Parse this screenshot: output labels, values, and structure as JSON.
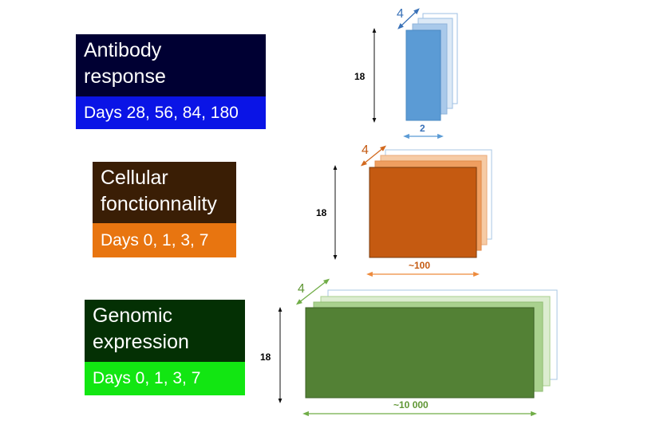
{
  "rows": [
    {
      "title_line1": "Antibody",
      "title_line2": "response",
      "days": "Days 28, 56, 84, 180",
      "title_color": "#000033",
      "days_color": "#0a14e6",
      "depth_label": "4",
      "height_label": "18",
      "width_label": "2",
      "accent_color": "#3a72b8"
    },
    {
      "title_line1": "Cellular",
      "title_line2": "fonctionnality",
      "days": "Days 0, 1, 3, 7",
      "title_color": "#3a1e05",
      "days_color": "#e87510",
      "depth_label": "4",
      "height_label": "18",
      "width_label": "~100",
      "accent_color": "#c86420"
    },
    {
      "title_line1": "Genomic",
      "title_line2": "expression",
      "days": "Days 0, 1, 3, 7",
      "title_color": "#043004",
      "days_color": "#12e612",
      "depth_label": "4",
      "height_label": "18",
      "width_label": "~10 000",
      "accent_color": "#5f9634"
    }
  ]
}
